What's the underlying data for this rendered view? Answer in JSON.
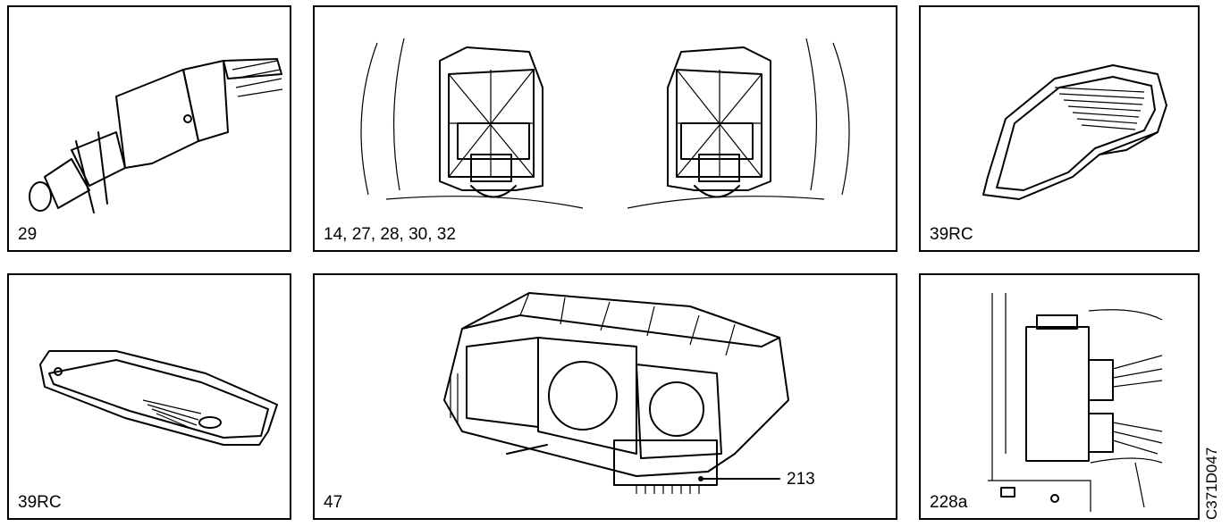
{
  "panels": [
    {
      "id": "p1",
      "label": "29"
    },
    {
      "id": "p2",
      "label": "14, 27, 28, 30, 32"
    },
    {
      "id": "p3",
      "label": "39RC"
    },
    {
      "id": "p4",
      "label": "39RC"
    },
    {
      "id": "p5",
      "label": "47",
      "callout": "213"
    },
    {
      "id": "p6",
      "label": "228a"
    }
  ],
  "figure_code": "C371D047"
}
